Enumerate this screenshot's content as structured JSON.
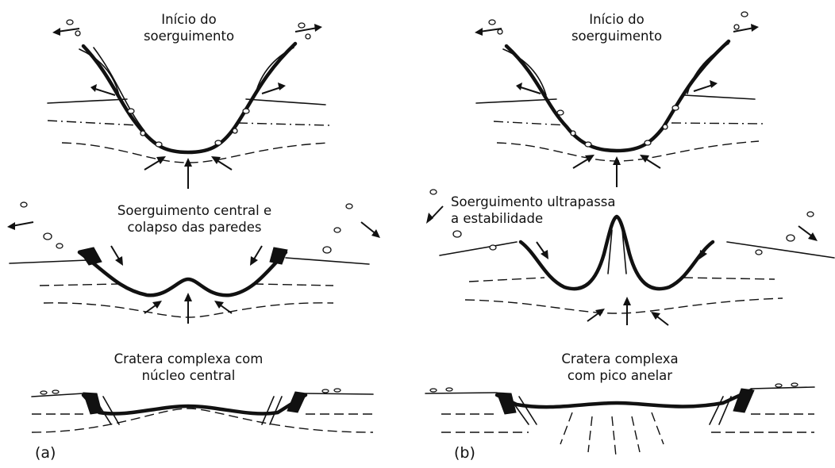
{
  "figure": {
    "panel_a": {
      "label": "(a)",
      "stage1_caption": [
        "Início do",
        "soerguimento"
      ],
      "stage2_caption": [
        "Soerguimento central e",
        "colapso das paredes"
      ],
      "stage3_caption": [
        "Cratera complexa com",
        "núcleo central"
      ]
    },
    "panel_b": {
      "label": "(b)",
      "stage1_caption": [
        "Início do",
        "soerguimento"
      ],
      "stage2_caption": [
        "Soerguimento ultrapassa",
        "a estabilidade"
      ],
      "stage3_caption": [
        "Cratera complexa",
        "com pico anelar"
      ]
    }
  },
  "icons": {
    "motion_arrow": "arrow-icon",
    "ejecta": "rock-fragment-icon"
  },
  "colors": {
    "ink": "#111111",
    "background": "#ffffff"
  }
}
